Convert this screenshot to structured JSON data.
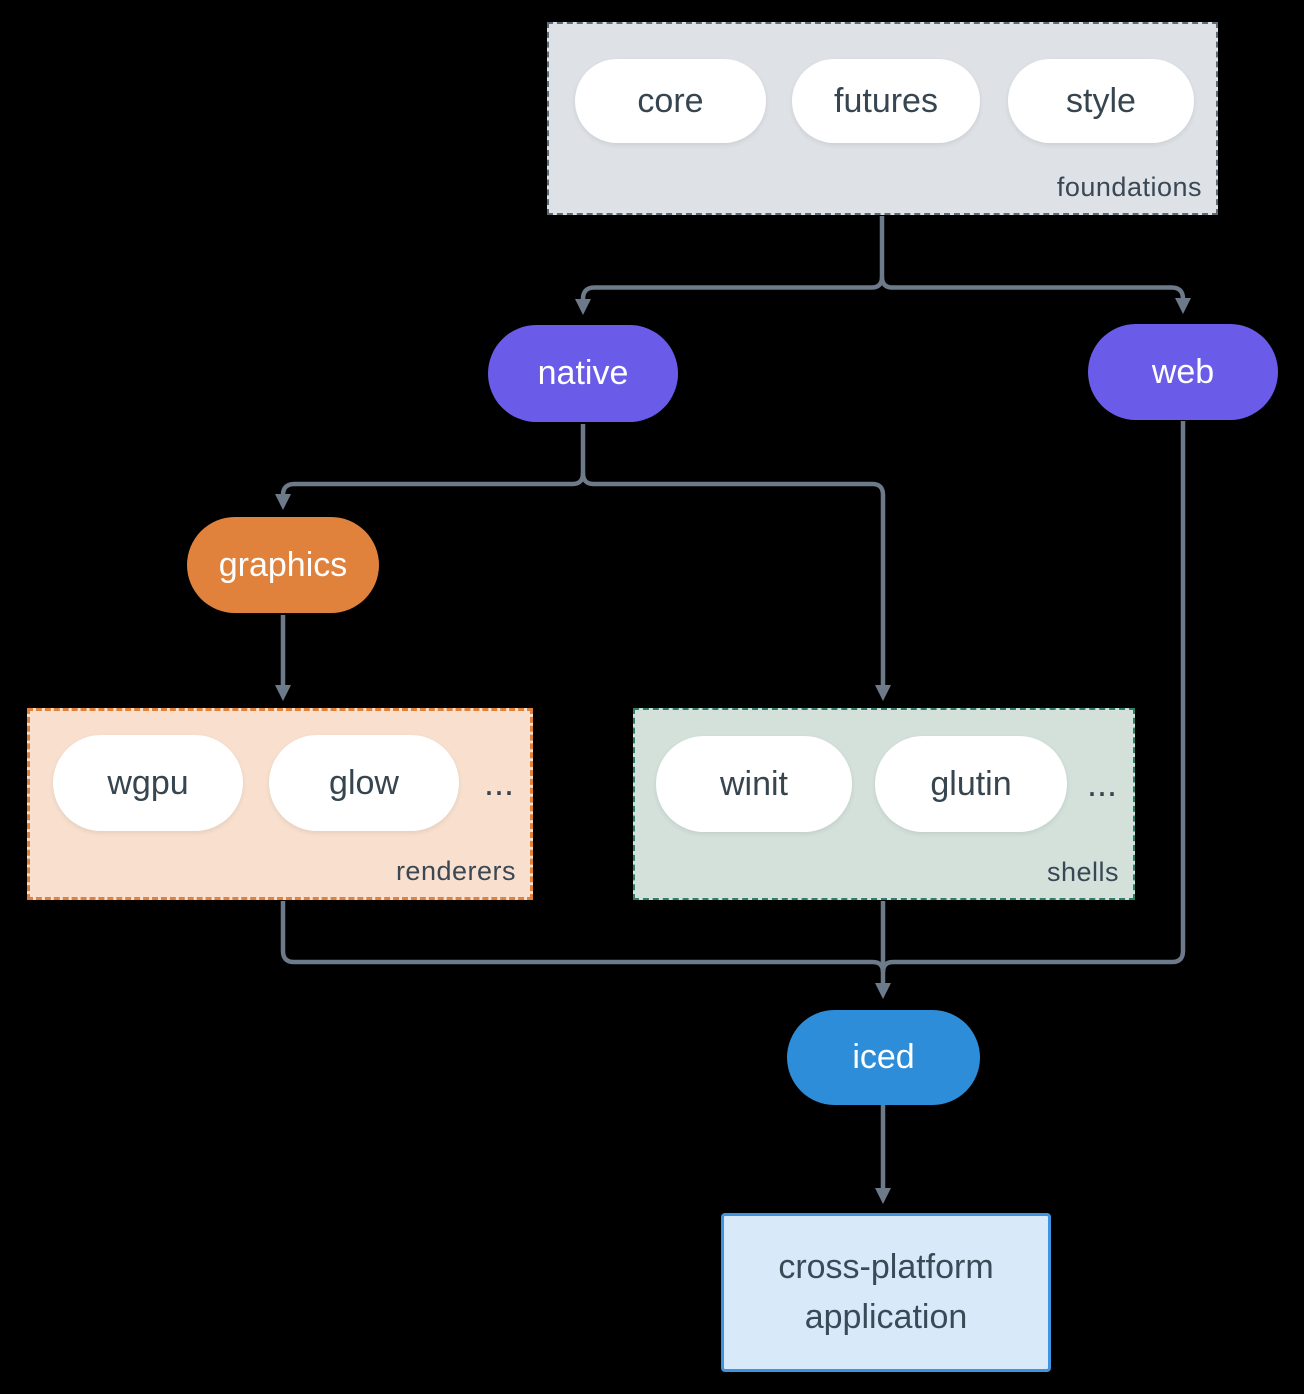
{
  "foundations": {
    "label": "foundations",
    "pills": [
      "core",
      "futures",
      "style"
    ]
  },
  "native": {
    "label": "native"
  },
  "web": {
    "label": "web"
  },
  "graphics": {
    "label": "graphics"
  },
  "renderers": {
    "label": "renderers",
    "pills": [
      "wgpu",
      "glow"
    ],
    "ellipsis": "..."
  },
  "shells": {
    "label": "shells",
    "pills": [
      "winit",
      "glutin"
    ],
    "ellipsis": "..."
  },
  "iced": {
    "label": "iced"
  },
  "application": {
    "label": "cross-platform application"
  },
  "colors": {
    "purple": "#6A5CE8",
    "orange": "#E0813C",
    "blue": "#2D8DD8",
    "foundations_bg": "#DEE2E6",
    "foundations_border": "#5E6B76",
    "renderers_bg": "#F9E0CE",
    "renderers_border": "#E0813C",
    "shells_bg": "#D4E1DB",
    "shells_border": "#2F7D6B",
    "application_bg": "#D8E9F9",
    "application_border": "#3E94DF",
    "connector": "#6C7A89",
    "text_dark": "#36454F",
    "text_light": "#FFFFFF",
    "background": "#000000"
  }
}
